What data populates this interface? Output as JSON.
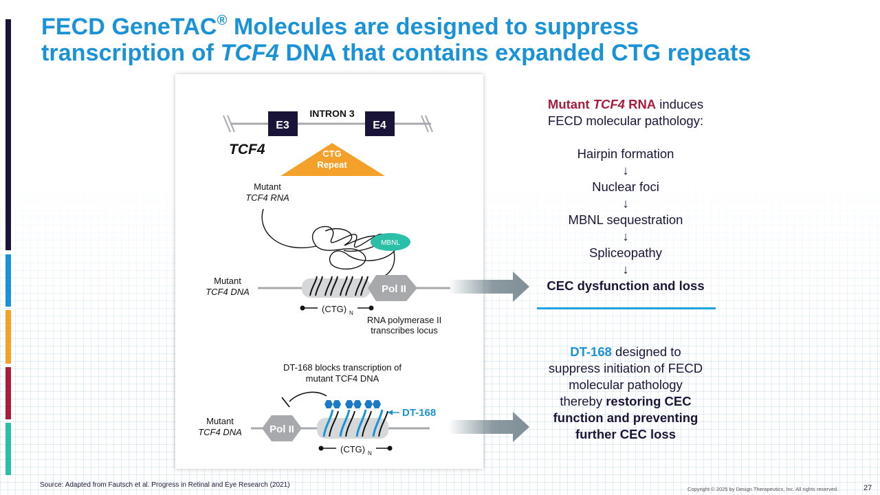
{
  "colors": {
    "title": "#1a93d6",
    "navy": "#1a1538",
    "crimson": "#a61e3c",
    "orange": "#f4a12b",
    "teal": "#2cbfa8",
    "grey": "#a8a9ad",
    "blue": "#1a93d6"
  },
  "title": {
    "line1_a": "FECD GeneTAC",
    "line1_sup": "®",
    "line1_b": " Molecules are designed to suppress",
    "line2_a": "transcription of ",
    "line2_em": "TCF4",
    "line2_b": " DNA that contains expanded CTG repeats"
  },
  "figure": {
    "gene": {
      "intron": "INTRON 3",
      "exon3": "E3",
      "exon4": "E4",
      "gene_name": "TCF4",
      "repeat_1": "CTG",
      "repeat_2": "Repeat"
    },
    "rna": {
      "label_1": "Mutant",
      "label_2": "TCF4 RNA",
      "mbnl": "MBNL"
    },
    "dna_top": {
      "label_1": "Mutant",
      "label_2": "TCF4 DNA",
      "polymerase": "Pol II",
      "ctg": "(CTG)",
      "ctg_sub": "N",
      "note_1": "RNA polymerase II",
      "note_2": "transcribes locus"
    },
    "dna_bottom": {
      "block_1": "DT-168 blocks transcription of",
      "block_2": "mutant TCF4 DNA",
      "drug": "DT-168",
      "label_1": "Mutant",
      "label_2": "TCF4 DNA",
      "polymerase": "Pol II",
      "ctg": "(CTG)",
      "ctg_sub": "N"
    }
  },
  "pathology": {
    "lead_red": "Mutant ",
    "lead_em": "TCF4",
    "lead_red2": " RNA",
    "lead_rest": " induces",
    "line2": "FECD molecular pathology:",
    "steps": [
      "Hairpin formation",
      "Nuclear foci",
      "MBNL sequestration",
      "Spliceopathy",
      "CEC dysfunction and loss"
    ],
    "arrow": "↓"
  },
  "drug_box": {
    "drug": "DT-168",
    "l1": " designed to",
    "l2": "suppress initiation of FECD",
    "l3": "molecular pathology",
    "l4a": "thereby ",
    "l4b": "restoring CEC",
    "l5": "function and preventing",
    "l6": "further CEC loss"
  },
  "footer": {
    "source": "Source: Adapted from Fautsch et al. Progress in Retinal and Eye Research (2021)",
    "copyright": "Copyright © 2025 by Design Therapeutics, Inc. All rights reserved.",
    "page": "27"
  }
}
